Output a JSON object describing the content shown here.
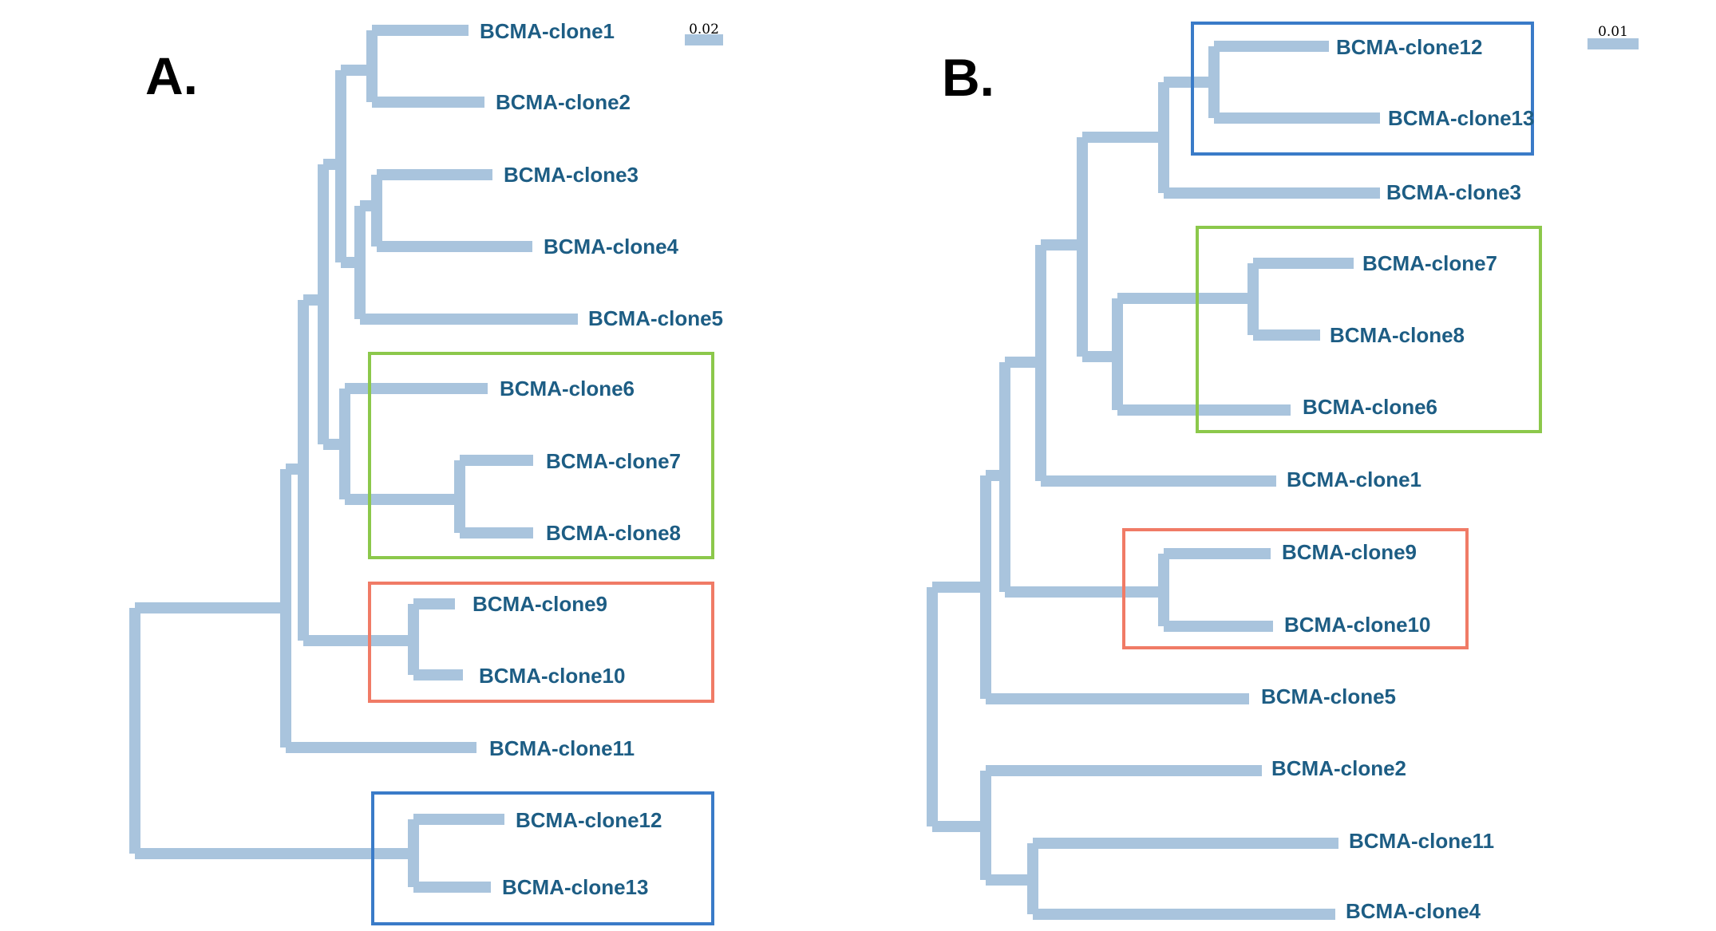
{
  "colors": {
    "branch": "#a9c4dd",
    "label": "#1d5d84",
    "green_box": "#8cc84b",
    "red_box": "#f07b66",
    "blue_box": "#3a7bc8"
  },
  "panels": [
    {
      "letter": "A.",
      "scale_label": "0.02",
      "leaves": [
        "BCMA-clone1",
        "BCMA-clone2",
        "BCMA-clone3",
        "BCMA-clone4",
        "BCMA-clone5",
        "BCMA-clone6",
        "BCMA-clone7",
        "BCMA-clone8",
        "BCMA-clone9",
        "BCMA-clone10",
        "BCMA-clone11",
        "BCMA-clone12",
        "BCMA-clone13"
      ],
      "clade_boxes": [
        {
          "color": "green",
          "members": [
            "BCMA-clone6",
            "BCMA-clone7",
            "BCMA-clone8"
          ]
        },
        {
          "color": "red",
          "members": [
            "BCMA-clone9",
            "BCMA-clone10"
          ]
        },
        {
          "color": "blue",
          "members": [
            "BCMA-clone12",
            "BCMA-clone13"
          ]
        }
      ]
    },
    {
      "letter": "B.",
      "scale_label": "0.01",
      "leaves": [
        "BCMA-clone12",
        "BCMA-clone13",
        "BCMA-clone3",
        "BCMA-clone7",
        "BCMA-clone8",
        "BCMA-clone6",
        "BCMA-clone1",
        "BCMA-clone9",
        "BCMA-clone10",
        "BCMA-clone5",
        "BCMA-clone2",
        "BCMA-clone11",
        "BCMA-clone4"
      ],
      "clade_boxes": [
        {
          "color": "blue",
          "members": [
            "BCMA-clone12",
            "BCMA-clone13"
          ]
        },
        {
          "color": "green",
          "members": [
            "BCMA-clone7",
            "BCMA-clone8",
            "BCMA-clone6"
          ]
        },
        {
          "color": "red",
          "members": [
            "BCMA-clone9",
            "BCMA-clone10"
          ]
        }
      ]
    }
  ]
}
